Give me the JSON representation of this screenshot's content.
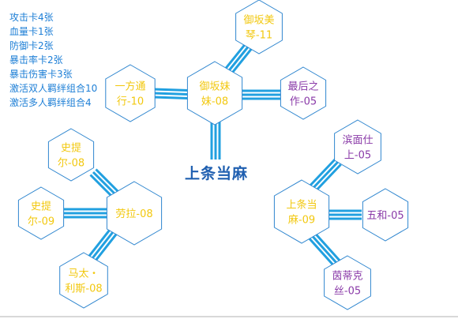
{
  "stats": [
    "攻击卡4张",
    "血量卡1张",
    "防御卡2张",
    "暴击率卡2张",
    "暴击伤害卡3张",
    "激活双人羁绊组合10",
    "激活多人羁绊组合4"
  ],
  "title": "上条当麻",
  "nodes": {
    "misaka_imouto": [
      "御坂妹",
      "妹-08"
    ],
    "misaka_mikoto": [
      "御坂美",
      "琴-11"
    ],
    "last_order": [
      "最后之",
      "作-05"
    ],
    "accelerator": [
      "一方通",
      "行-10"
    ],
    "laura": [
      "劳拉-08"
    ],
    "stiyl_1": [
      "史提",
      "尔-08"
    ],
    "stiyl_2": [
      "史提",
      "尔-09"
    ],
    "mark": [
      "马太・",
      "利斯-08"
    ],
    "kamijou": [
      "上条当",
      "麻-09"
    ],
    "hamazura": [
      "滨面仕",
      "上-05"
    ],
    "itsuwa": [
      "五和-05"
    ],
    "index": [
      "茵蒂克",
      "丝-05"
    ]
  },
  "colors": {
    "connector": "#21a0e0",
    "hex_border": "#2f86cf",
    "label_yellow": "#f2c80f",
    "label_purple": "#8a3aa8",
    "stats_text": "#1e7fd6",
    "title_text": "#1f5fb0"
  }
}
